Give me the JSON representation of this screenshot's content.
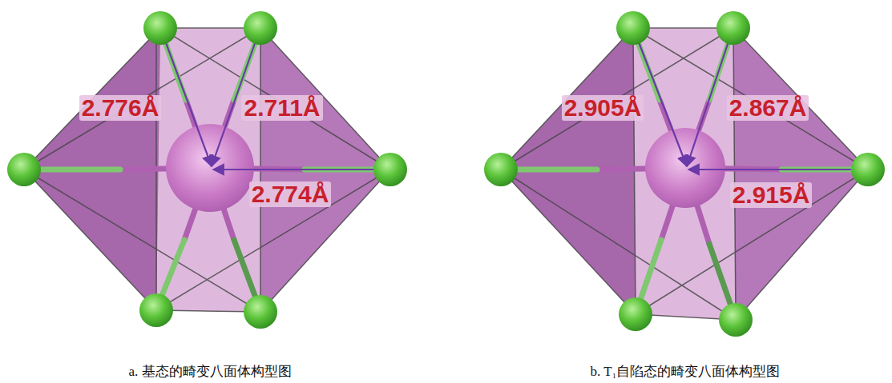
{
  "diagram": {
    "labels": [
      "2.776Å",
      "2.711Å",
      "2.774Å",
      "2.905Å",
      "2.867Å",
      "2.915Å",
      "a. 基态的畸变八面体构型图",
      "b. T₁自陷态的畸变八面体构型图"
    ]
  }
}
